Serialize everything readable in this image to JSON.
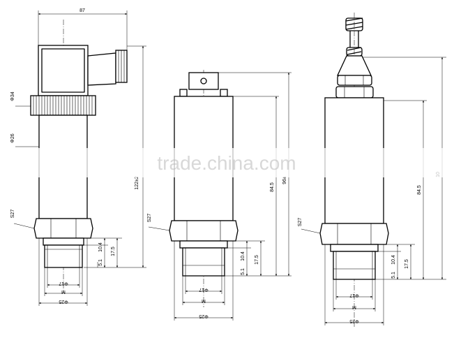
{
  "watermark": "trade.china.com",
  "labels": {
    "v1_top_width": "87",
    "v1_phi34": "Φ34",
    "v1_phi26": "Φ26",
    "v1_s27": "S27",
    "v1_total": "122±2",
    "v1_10_4": "10.4",
    "v1_5_1": "5.1",
    "v1_17_5": "17.5",
    "v1_phi17": "Φ17",
    "v1_m": "M",
    "v1_phi25": "Φ25",
    "v2_s27": "S27",
    "v2_84_5": "84.5",
    "v2_96": "96±",
    "v2_10_4": "10.4",
    "v2_5_1": "5.1",
    "v2_17_5": "17.5",
    "v2_phi17": "Φ17",
    "v2_m": "M",
    "v2_phi25": "Φ25",
    "v3_s27": "S27",
    "v3_84_5": "84.5",
    "v3_10": "10",
    "v3_10_4": "10.4",
    "v3_5_1": "5.1",
    "v3_17_5": "17.5",
    "v3_phi17": "Φ17",
    "v3_m": "M",
    "v3_phi25": "Φ25"
  }
}
